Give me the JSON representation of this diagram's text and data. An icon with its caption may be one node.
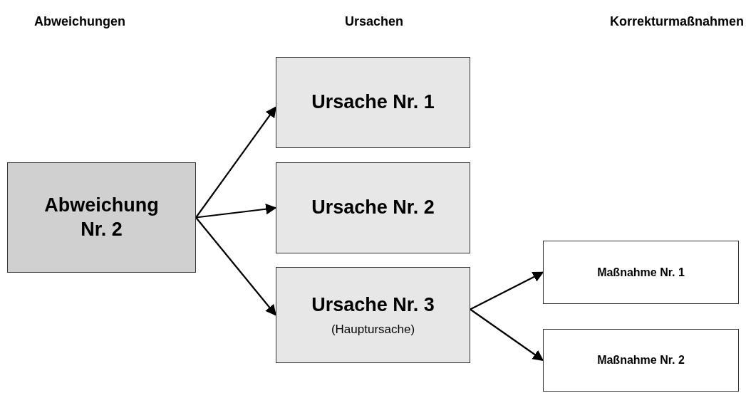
{
  "diagram": {
    "nodes": [
      {
        "text": [
          "Abweichung Nr. 2"
        ]
      },
      {
        "text": [
          "Ursache Nr. 1"
        ]
      },
      {
        "text": [
          "Ursache Nr. 2"
        ]
      },
      {
        "text": [
          "Ursache Nr. 3",
          "(Hauptursache)"
        ]
      },
      {
        "text": [
          "Maßnahme Nr. 1"
        ]
      },
      {
        "text": [
          "Maßnahme Nr. 2"
        ]
      }
    ],
    "edges": [
      {
        "from": 0,
        "to": 1,
        "arrow": "to"
      },
      {
        "from": 0,
        "to": 2,
        "arrow": "to"
      },
      {
        "from": 0,
        "to": 3,
        "arrow": "to"
      },
      {
        "from": 3,
        "to": 4,
        "arrow": "to"
      },
      {
        "from": 3,
        "to": 5,
        "arrow": "to"
      }
    ],
    "labels": [
      "Abweichungen",
      "Ursachen",
      "Korrekturmaßnahmen"
    ]
  }
}
